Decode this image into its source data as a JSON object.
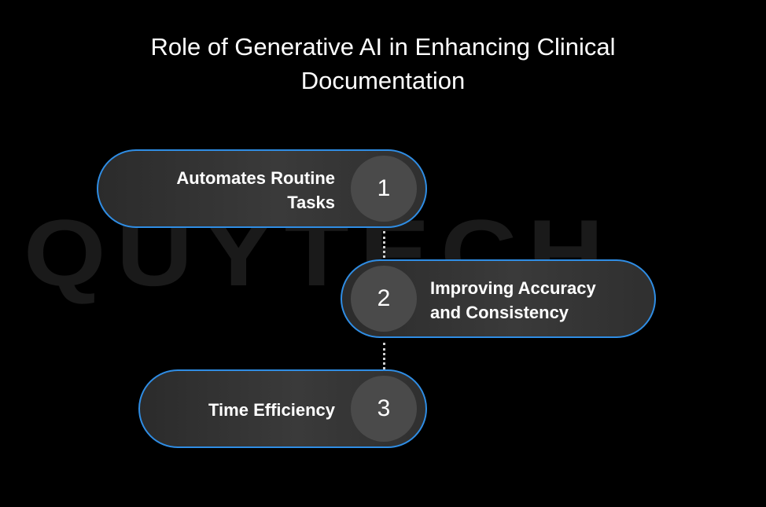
{
  "title": "Role of Generative AI in Enhancing Clinical Documentation",
  "watermark": "QUYTECH",
  "steps": [
    {
      "number": "1",
      "text_line1": "Automates Routine",
      "text_line2": "Tasks"
    },
    {
      "number": "2",
      "text_line1": "Improving Accuracy",
      "text_line2": "and Consistency"
    },
    {
      "number": "3",
      "text_line1": "Time Efficiency",
      "text_line2": ""
    }
  ],
  "colors": {
    "background": "#000000",
    "accent": "#2f8de4",
    "pill": "#333333",
    "circle": "#4a4a4a",
    "text": "#ffffff"
  }
}
